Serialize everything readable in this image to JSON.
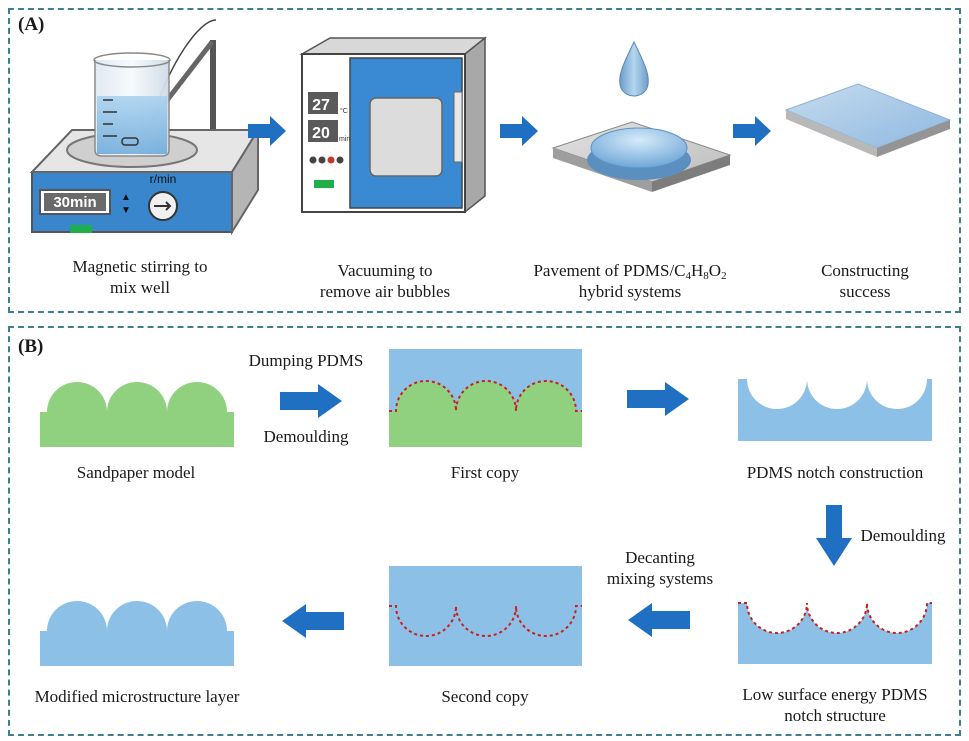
{
  "panel_a": {
    "label": "(A)",
    "stirrer_display": "30min",
    "stirrer_unit": "r/min",
    "oven_temp_value": "27",
    "oven_temp_unit": "°C",
    "oven_time_value": "20",
    "oven_time_unit": "min",
    "captions": {
      "stirring_line1": "Magnetic stirring to",
      "stirring_line2": "mix well",
      "vacuum_line1": "Vacuuming to",
      "vacuum_line2": "remove air bubbles",
      "pavement_prefix": "Pavement of PDMS/C",
      "pavement_sub1": "4",
      "pavement_mid1": "H",
      "pavement_sub2": "8",
      "pavement_mid2": "O",
      "pavement_sub3": "2",
      "pavement_line2": "hybrid systems",
      "constructing_line1": "Constructing",
      "constructing_line2": "success"
    }
  },
  "panel_b": {
    "label": "(B)",
    "sandpaper": "Sandpaper model",
    "dumping": "Dumping PDMS",
    "demoulding_1": "Demoulding",
    "first_copy": "First copy",
    "notch_construction": "PDMS notch construction",
    "demoulding_2": "Demoulding",
    "decanting_line1": "Decanting",
    "decanting_line2": "mixing systems",
    "low_surface_line1": "Low surface energy PDMS",
    "low_surface_line2": "notch structure",
    "second_copy": "Second copy",
    "modified_layer": "Modified microstructure layer"
  },
  "colors": {
    "border": "#3f7e8f",
    "arrow": "#1f6fc3",
    "pdms_blue": "#8dc0e6",
    "sandpaper_green": "#8fd17e",
    "interface_red": "#cc1f1f"
  }
}
